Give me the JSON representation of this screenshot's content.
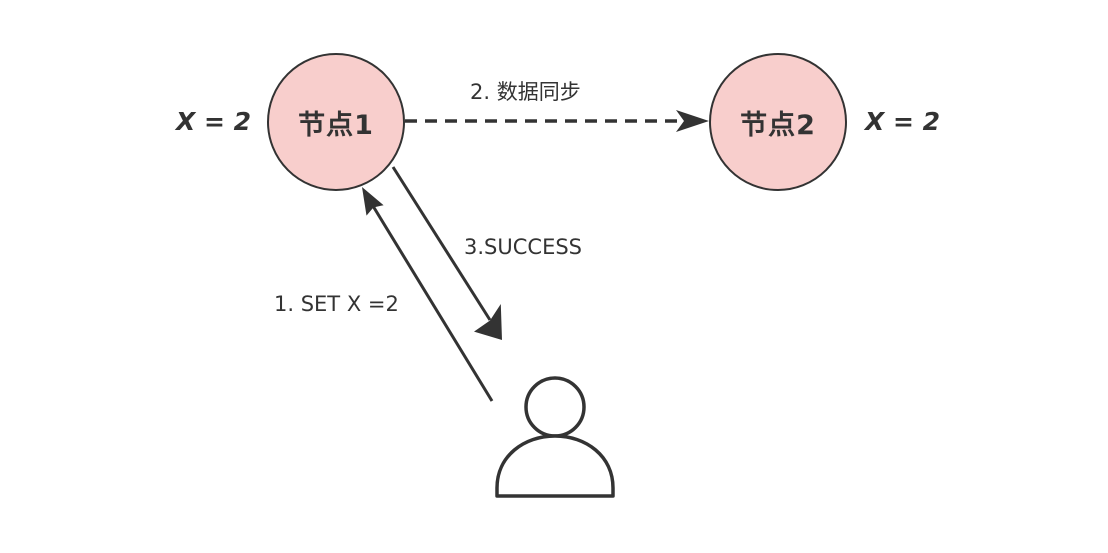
{
  "nodes": [
    {
      "label": "节点1",
      "value": "X = 2"
    },
    {
      "label": "节点2",
      "value": "X = 2"
    }
  ],
  "edges": {
    "set": "1. SET X =2",
    "sync": "2. 数据同步",
    "success": "3.SUCCESS"
  },
  "actor": {
    "icon": "user-icon"
  },
  "colors": {
    "node_fill": "#f8cecc",
    "stroke": "#333333"
  }
}
